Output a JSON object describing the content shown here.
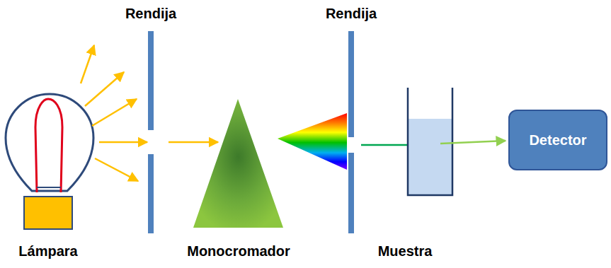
{
  "diagram": {
    "nodes": [
      {
        "text": [
          "Detector"
        ]
      }
    ],
    "labels": [
      "Rendija",
      "Rendija",
      "Lámpara",
      "Monocromador",
      "Muestra"
    ]
  }
}
